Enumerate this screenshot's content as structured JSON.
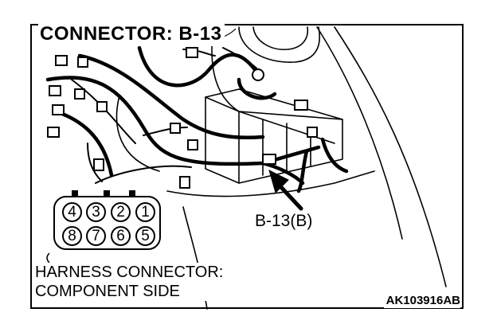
{
  "title": "CONNECTOR: B-13",
  "callout_label": "B-13(B)",
  "harness_label": {
    "line1": "HARNESS CONNECTOR:",
    "line2": "COMPONENT SIDE"
  },
  "figure_code": "AK103916AB",
  "connector": {
    "top_row": [
      "4",
      "3",
      "2",
      "1"
    ],
    "bottom_row": [
      "8",
      "7",
      "6",
      "5"
    ]
  },
  "colors": {
    "ink": "#000000",
    "paper": "#ffffff"
  }
}
